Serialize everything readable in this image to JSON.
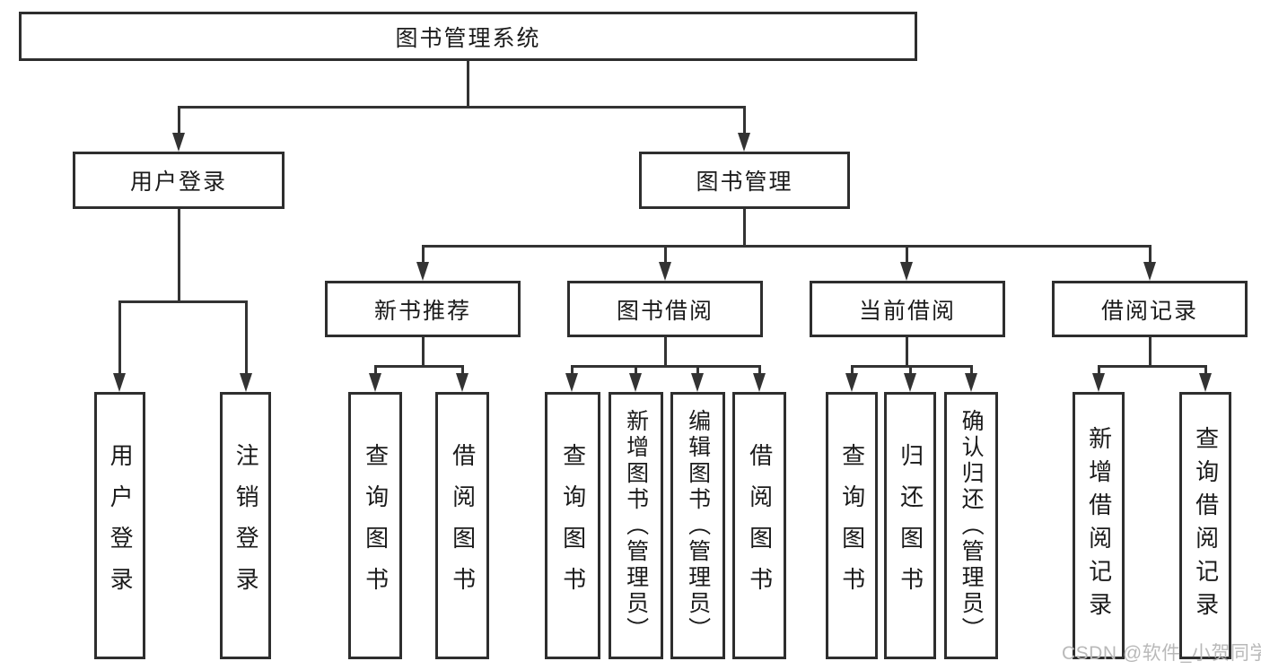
{
  "diagram": {
    "root": {
      "label": "图书管理系统"
    },
    "branches": {
      "user_login": {
        "label": "用户登录"
      },
      "book_mgmt": {
        "label": "图书管理"
      }
    },
    "modules": {
      "new_book_rec": {
        "label": "新书推荐"
      },
      "book_borrow": {
        "label": "图书借阅"
      },
      "current_borrow": {
        "label": "当前借阅"
      },
      "borrow_records": {
        "label": "借阅记录"
      }
    },
    "leaves": {
      "login": {
        "label": "用户登录"
      },
      "logout": {
        "label": "注销登录"
      },
      "rec_query_books": {
        "label": "查询图书"
      },
      "rec_borrow_books": {
        "label": "借阅图书"
      },
      "bb_query_books": {
        "label": "查询图书"
      },
      "bb_add_books": {
        "label": "新增图书（管理员）"
      },
      "bb_edit_books": {
        "label": "编辑图书（管理员）"
      },
      "bb_borrow_books": {
        "label": "借阅图书"
      },
      "cb_query_books": {
        "label": "查询图书"
      },
      "cb_return_books": {
        "label": "归还图书"
      },
      "cb_confirm_return": {
        "label": "确认归还（管理员）"
      },
      "br_add_record": {
        "label": "新增借阅记录"
      },
      "br_query_record": {
        "label": "查询借阅记录"
      }
    }
  },
  "watermark": {
    "text": "CSDN @软件_小贺同学"
  },
  "colors": {
    "line": "#333333",
    "border": "#2e2e2e",
    "text": "#1b1b1b",
    "watermark": "#b9b9b9",
    "background": "#ffffff"
  }
}
